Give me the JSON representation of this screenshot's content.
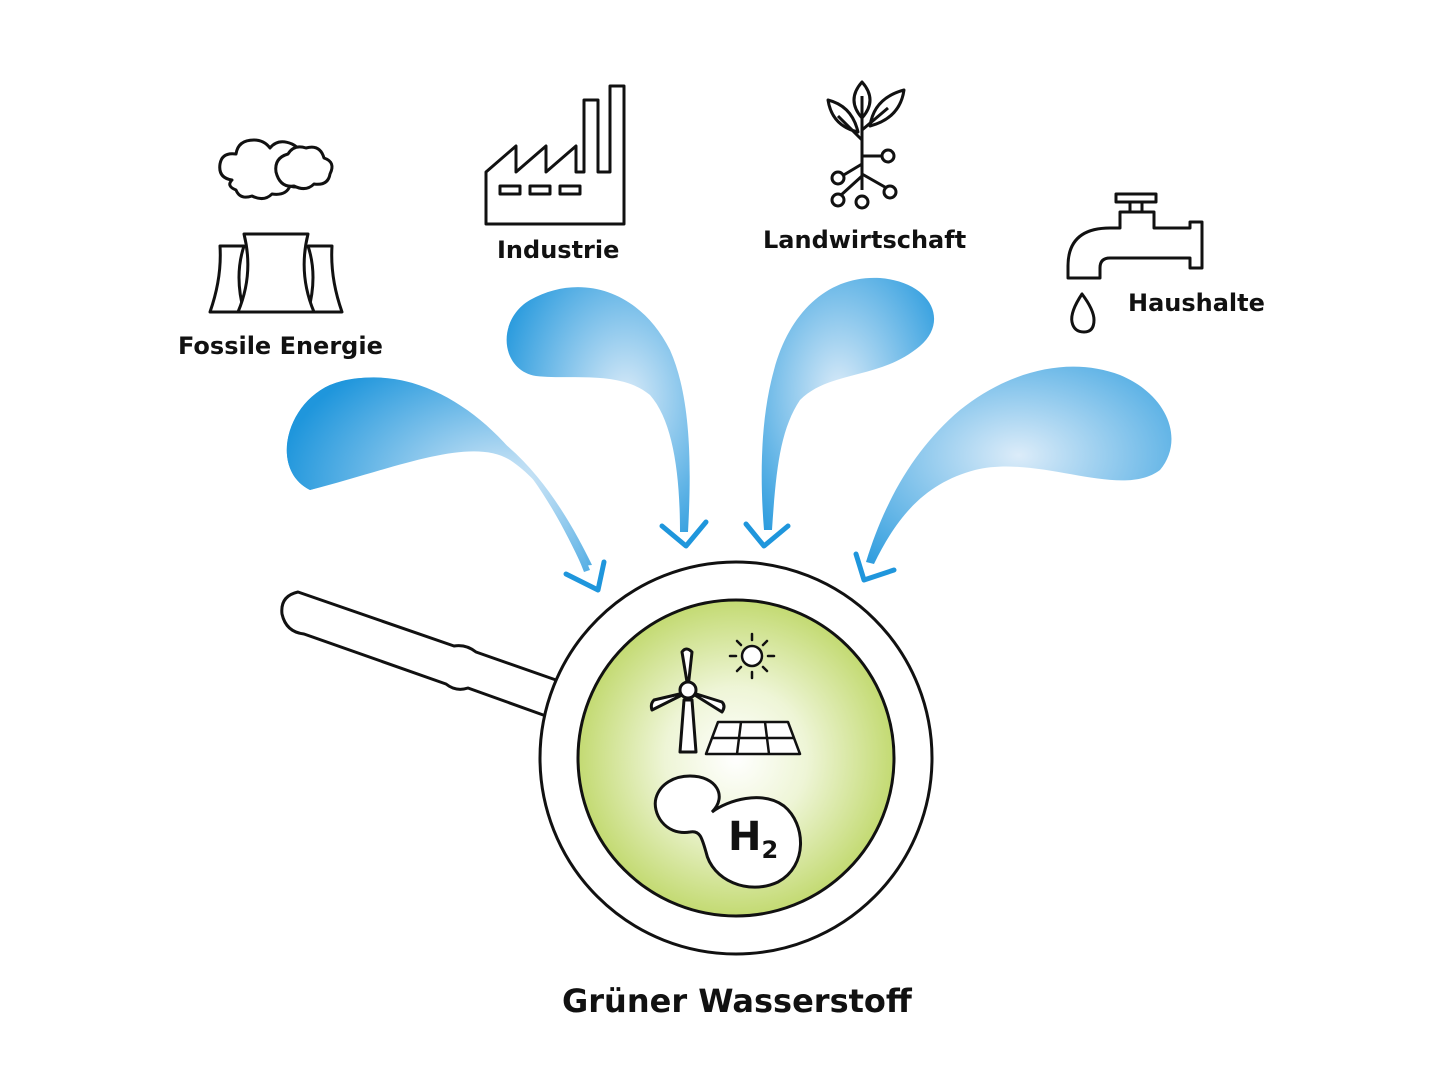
{
  "sources": [
    {
      "label": "Fossile Energie",
      "icon": "cooling-tower-icon"
    },
    {
      "label": "Industrie",
      "icon": "factory-icon"
    },
    {
      "label": "Landwirtschaft",
      "icon": "plant-icon"
    },
    {
      "label": "Haushalte",
      "icon": "water-tap-icon"
    }
  ],
  "center": {
    "title": "Grüner Wasserstoff",
    "symbol": "H",
    "subscript": "2",
    "icons": [
      "magnifier-icon",
      "wind-turbine-icon",
      "sun-icon",
      "solar-panel-icon",
      "h2-molecule-icon"
    ]
  },
  "colors": {
    "arrow_blue": "#1f96dc",
    "arrow_light": "#d6e9f8",
    "lens_green": "#c6dc78",
    "lens_center": "#ffffff",
    "stroke": "#111111"
  }
}
